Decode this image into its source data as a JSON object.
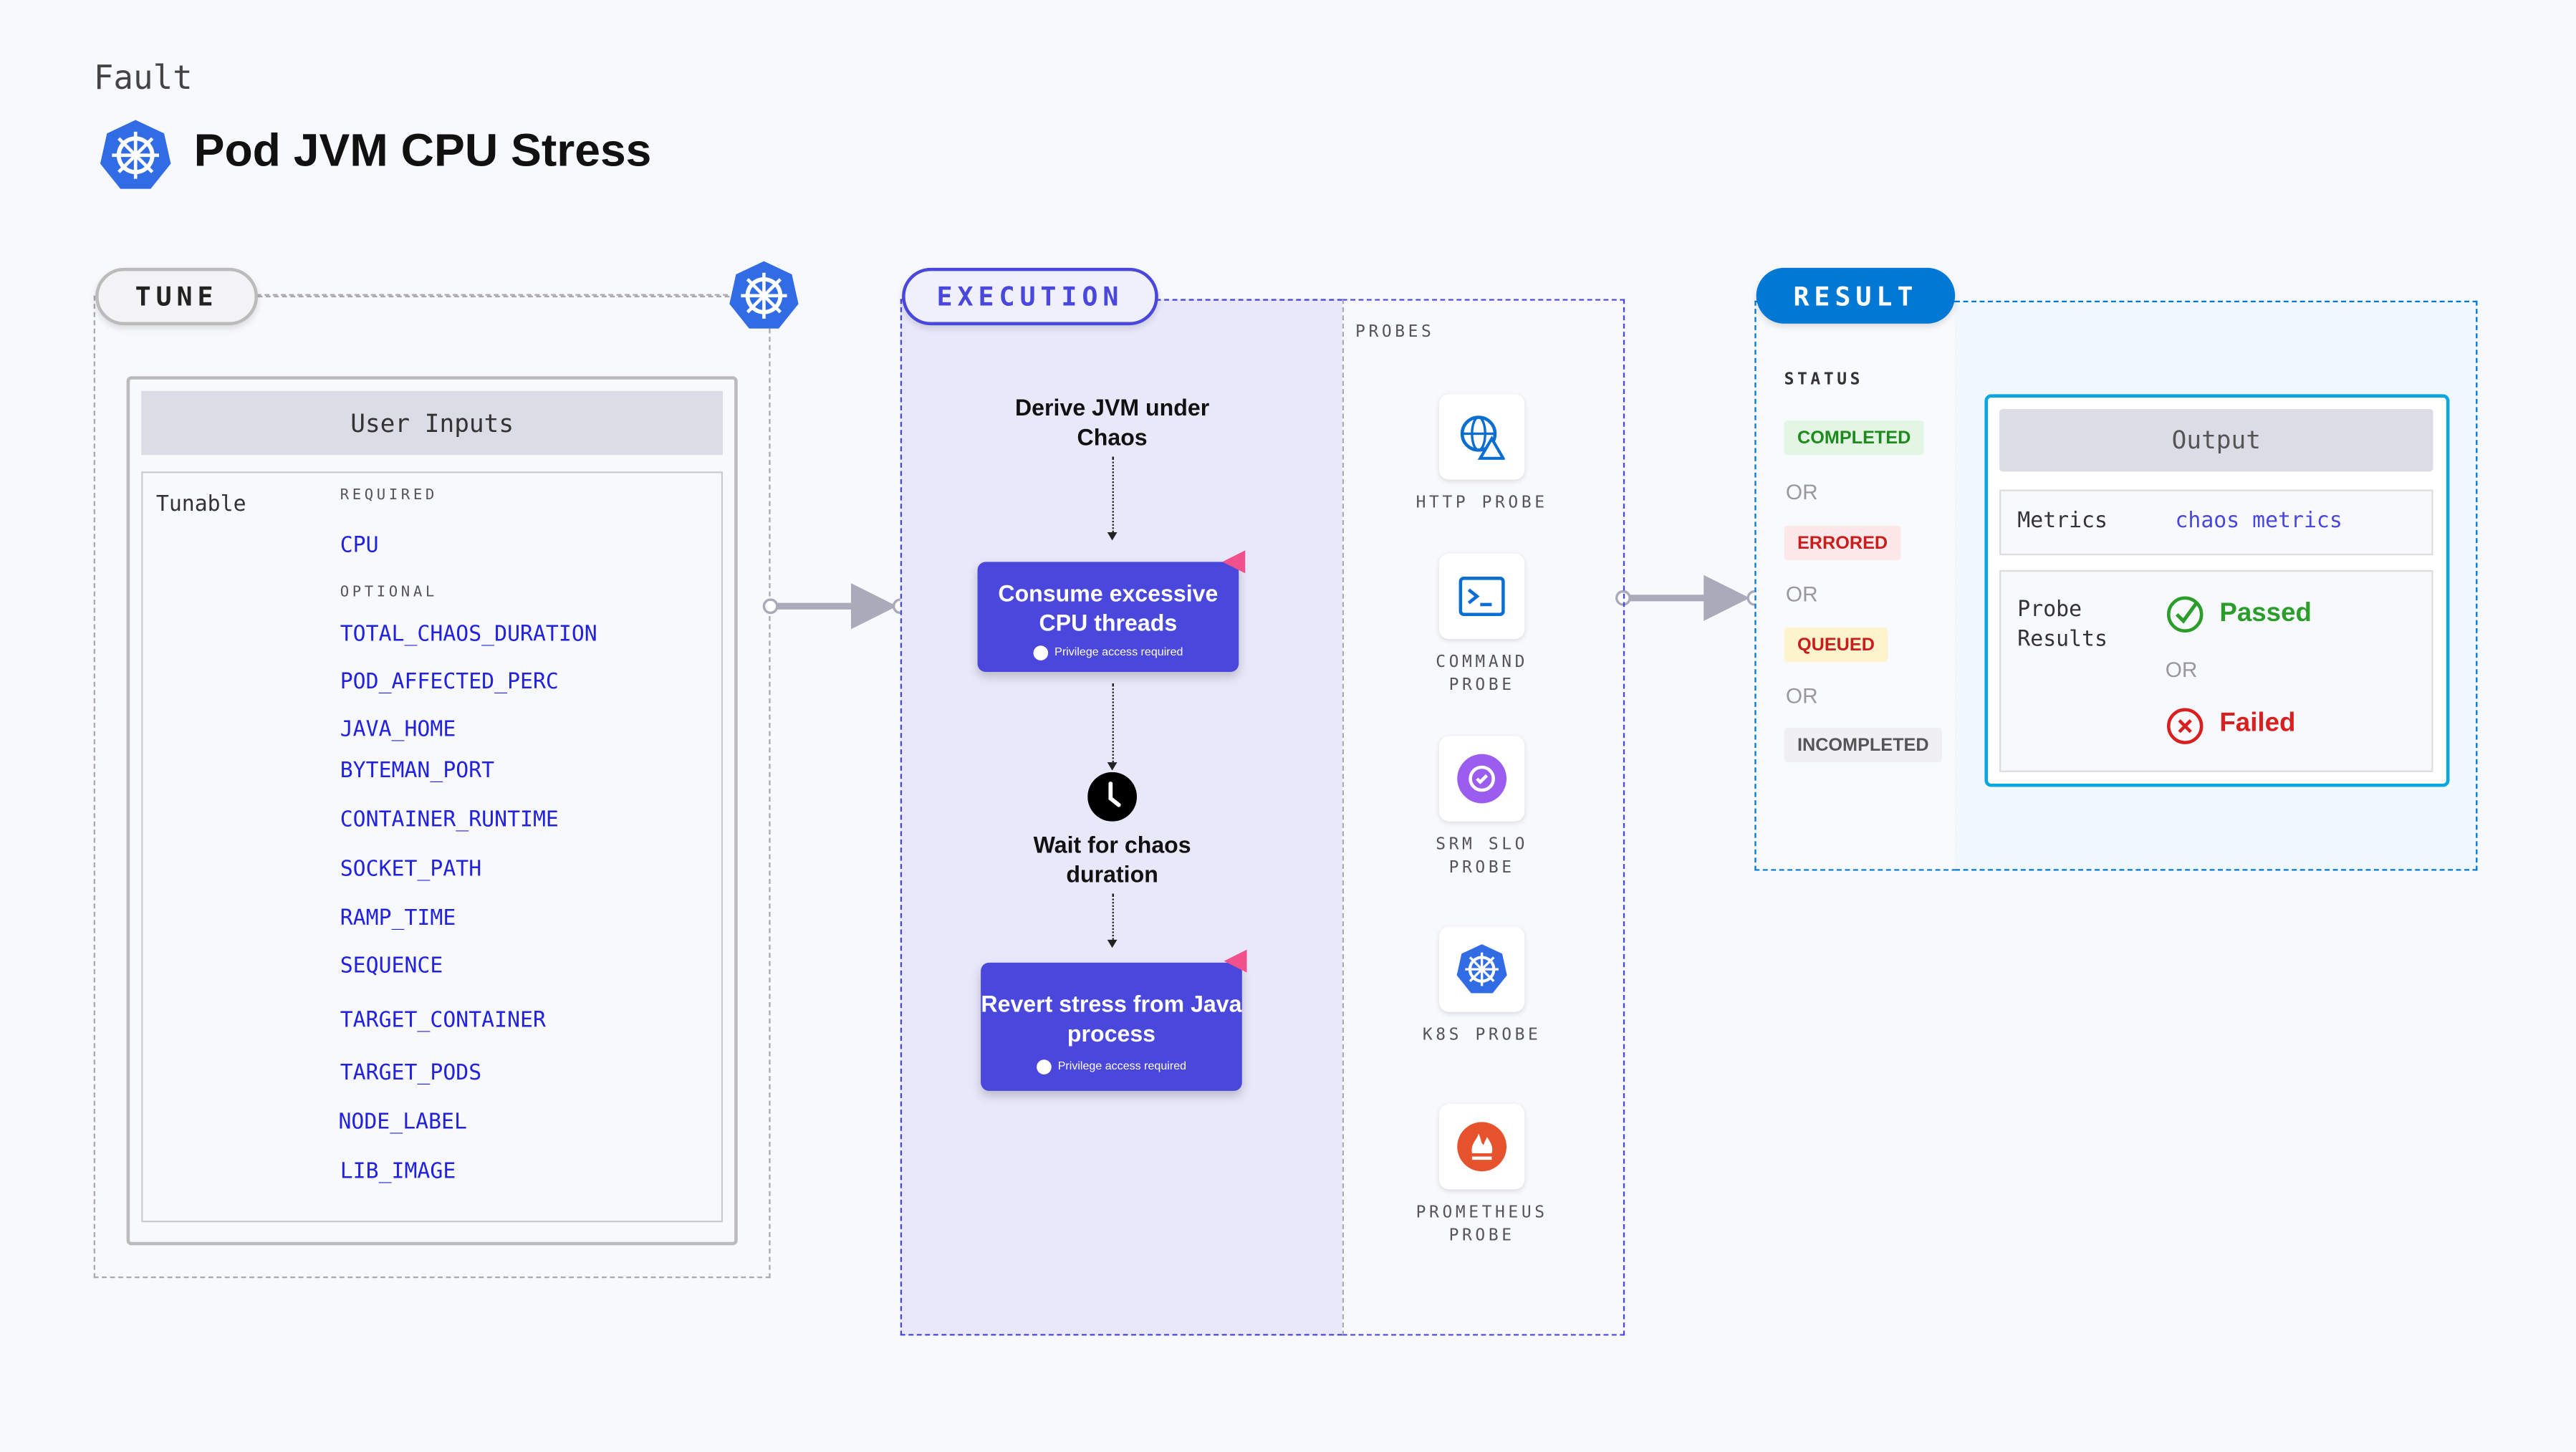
{
  "header": {
    "category": "Fault",
    "title": "Pod JVM CPU Stress"
  },
  "tune": {
    "label": "TUNE",
    "inputs_title": "User Inputs",
    "tunable": "Tunable",
    "required_label": "REQUIRED",
    "required": [
      "CPU"
    ],
    "optional_label": "OPTIONAL",
    "optional": [
      "TOTAL_CHAOS_DURATION",
      "POD_AFFECTED_PERC",
      "JAVA_HOME",
      "BYTEMAN_PORT",
      "CONTAINER_RUNTIME",
      "SOCKET_PATH",
      "RAMP_TIME",
      "SEQUENCE",
      "TARGET_CONTAINER",
      "TARGET_PODS",
      "NODE_LABEL",
      "LIB_IMAGE"
    ]
  },
  "execution": {
    "label": "EXECUTION",
    "step1": "Derive JVM under Chaos",
    "step2": "Consume excessive CPU threads",
    "step3": "Wait for chaos duration",
    "step4": "Revert stress from Java process",
    "privilege": "Privilege access required",
    "probes_label": "PROBES",
    "probes": [
      "HTTP PROBE",
      "COMMAND PROBE",
      "SRM SLO PROBE",
      "K8S PROBE",
      "PROMETHEUS PROBE"
    ]
  },
  "result": {
    "label": "RESULT",
    "status_label": "STATUS",
    "statuses": [
      "COMPLETED",
      "ERRORED",
      "QUEUED",
      "INCOMPLETED"
    ],
    "or": "OR",
    "output_title": "Output",
    "metrics_label": "Metrics",
    "metrics_value": "chaos metrics",
    "probe_results_label": "Probe Results",
    "passed": "Passed",
    "failed": "Failed"
  },
  "colors": {
    "execution": "#4a47dc",
    "result": "#0078d4",
    "passed": "#2a9d2a",
    "failed": "#d92020"
  }
}
